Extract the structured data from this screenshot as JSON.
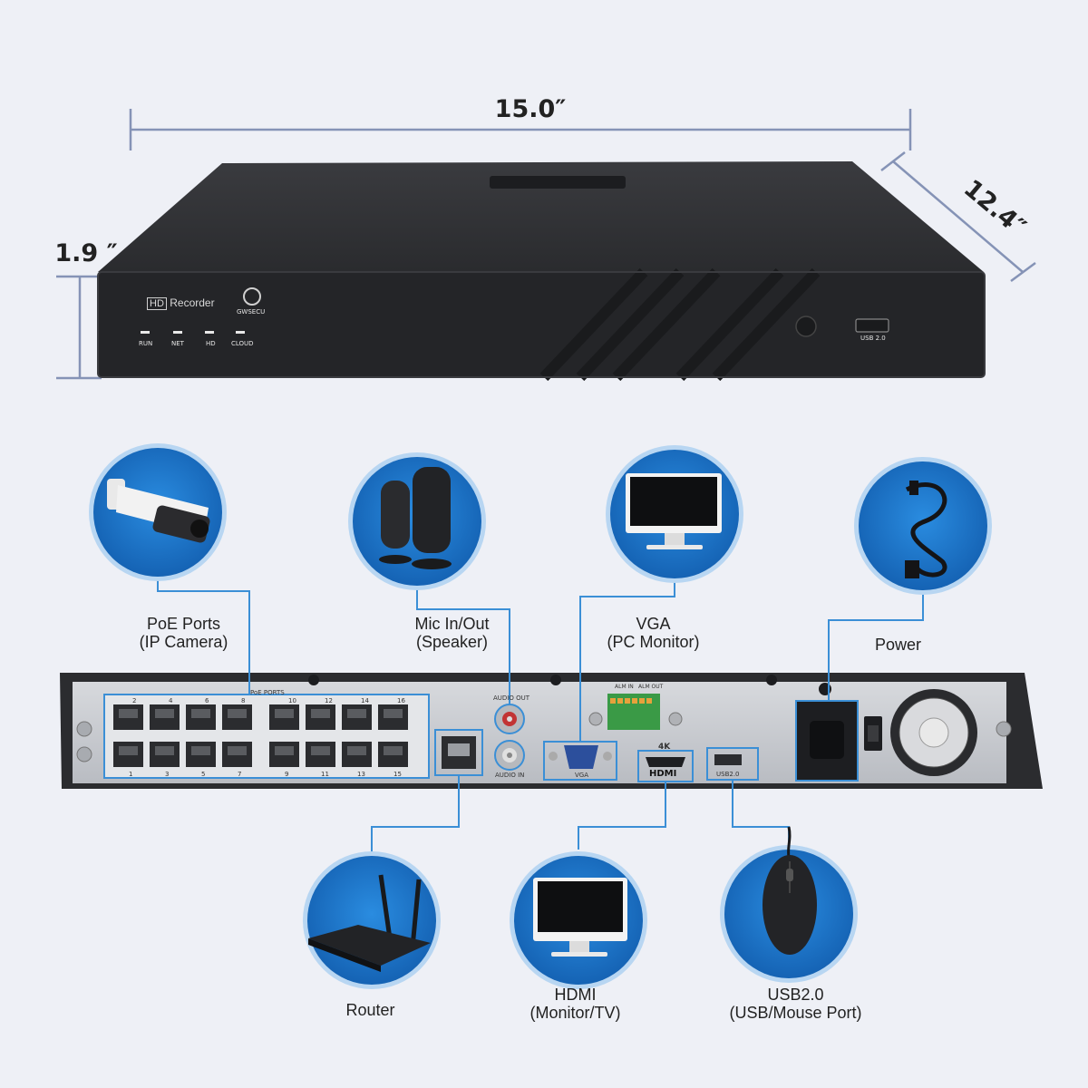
{
  "dimensions": {
    "width": "15.0″",
    "depth": "12.4″",
    "height": "1.9 ″"
  },
  "front_panel": {
    "badge_prefix": "HD",
    "badge_text": "Recorder",
    "brand": "GWSECU",
    "leds": [
      "RUN",
      "NET",
      "HD",
      "CLOUD"
    ],
    "usb_label": "USB 2.0"
  },
  "rear_panel": {
    "poe_header": "PoE PORTS",
    "poe_top_numbers": [
      "2",
      "4",
      "6",
      "8",
      "10",
      "12",
      "14",
      "16"
    ],
    "poe_bottom_numbers": [
      "1",
      "3",
      "5",
      "7",
      "9",
      "11",
      "13",
      "15"
    ],
    "audio_out": "AUDIO OUT",
    "audio_in": "AUDIO IN",
    "alarm_in": "ALM IN",
    "alarm_out": "ALM OUT",
    "vga": "VGA",
    "hdmi_top": "4K",
    "hdmi": "HDMI",
    "usb": "USB2.0"
  },
  "callouts": {
    "poe": {
      "line1": "PoE Ports",
      "line2": "(IP Camera)"
    },
    "mic": {
      "line1": "Mic In/Out",
      "line2": "(Speaker)"
    },
    "vga": {
      "line1": "VGA",
      "line2": "(PC Monitor)"
    },
    "power": {
      "line1": "Power"
    },
    "router": {
      "line1": "Router"
    },
    "hdmi": {
      "line1": "HDMI",
      "line2": "(Monitor/TV)"
    },
    "usb": {
      "line1": "USB2.0",
      "line2": "(USB/Mouse Port)"
    }
  },
  "colors": {
    "background": "#eef0f6",
    "circle_blue": "#1a73c9",
    "circle_ring": "#b8d6f2",
    "connector_line": "#3b8fd6",
    "dimension_line": "#8593b6",
    "device_body": "#2a2b2e",
    "rear_plate": "#c9ccd1"
  }
}
